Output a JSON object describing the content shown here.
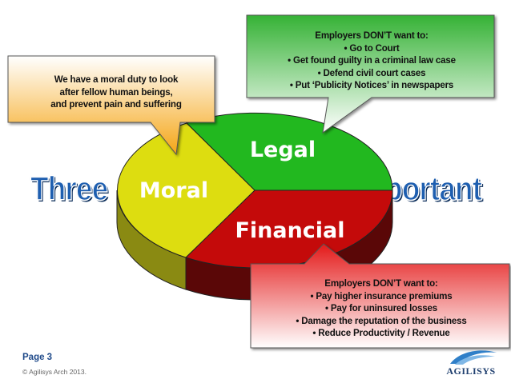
{
  "title": {
    "left_part": "Three",
    "right_part": "portant",
    "color": "#1f5fb0"
  },
  "diagram": {
    "slices": [
      {
        "label": "Legal",
        "color": "#22b81f",
        "side_color": "#1c6d12"
      },
      {
        "label": "Financial",
        "color": "#c40a0a",
        "side_color": "#5a0707"
      },
      {
        "label": "Moral",
        "color": "#dddd10",
        "side_color": "#8a8a12"
      }
    ]
  },
  "callouts": {
    "moral": {
      "lines": [
        "We have a moral duty to look",
        "after fellow human beings,",
        "and prevent pain and suffering"
      ],
      "color_top": "#ffffff",
      "color_bottom": "#f5a515"
    },
    "legal": {
      "lines": [
        "Employers DON’T want to:",
        "• Go to Court",
        "• Get found guilty in a criminal law case",
        "• Defend civil court cases",
        "• Put ‘Publicity Notices’ in newspapers"
      ],
      "color_top": "#35b235",
      "color_bottom": "#ffffff"
    },
    "financial": {
      "lines": [
        "Employers DON’T want to:",
        "• Pay higher insurance premiums",
        "• Pay for uninsured losses",
        "• Damage the reputation of the business",
        "• Reduce Productivity / Revenue"
      ],
      "color_top": "#e41a1a",
      "color_bottom": "#ffffff"
    }
  },
  "footer": {
    "page_label": "Page 3",
    "copyright": "© Agilisys Arch 2013.",
    "logo_text": "AGILISYS",
    "logo_color": "#1f3f6f"
  }
}
